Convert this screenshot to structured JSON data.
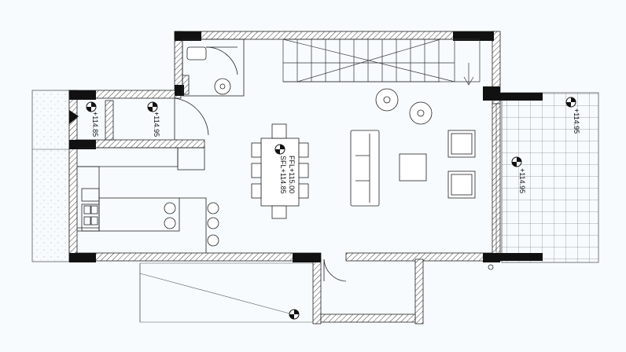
{
  "levels": {
    "entry_left": "+114.85",
    "wc_left": "+114.95",
    "living_ffl": "FFL+115.00",
    "living_sfl": "SFL+114.85",
    "terrace_top": "+114.95",
    "terrace_mid": "+114.95"
  }
}
